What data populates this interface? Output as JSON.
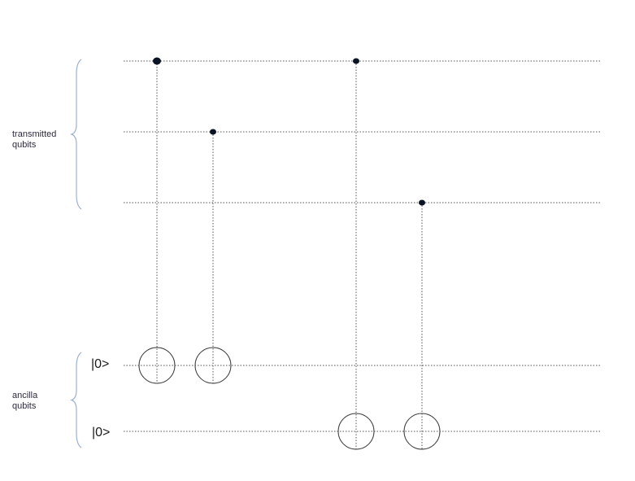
{
  "groups": {
    "transmitted": {
      "line1": "transmitted",
      "line2": "qubits"
    },
    "ancilla": {
      "line1": "ancilla",
      "line2": "qubits"
    }
  },
  "ancilla_states": [
    "|0>",
    "|0>"
  ],
  "colors": {
    "wire": "#555555",
    "brace": "#9ab0cf",
    "control_dot": "#0b1424",
    "target": "#3a3a3a"
  },
  "circuit": {
    "wires": [
      "transmitted-1",
      "transmitted-2",
      "transmitted-3",
      "ancilla-1",
      "ancilla-2"
    ],
    "gates": [
      {
        "type": "CNOT",
        "control": 0,
        "target": 3
      },
      {
        "type": "CNOT",
        "control": 1,
        "target": 3
      },
      {
        "type": "CNOT",
        "control": 0,
        "target": 4
      },
      {
        "type": "CNOT",
        "control": 2,
        "target": 4
      }
    ]
  }
}
